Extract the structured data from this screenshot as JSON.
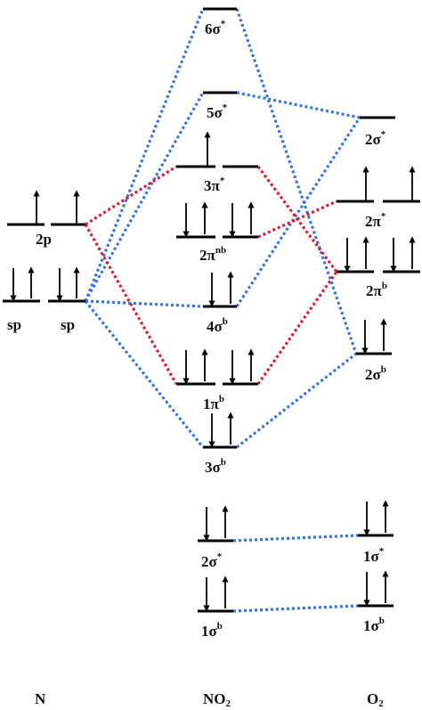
{
  "columns": {
    "left": "N",
    "middle": "NO",
    "middle_sub": "2",
    "right": "O",
    "right_sub": "2"
  },
  "labels": {
    "n_2p": "2p",
    "n_sp_a": "sp",
    "n_sp_b": "sp",
    "no2_6s": {
      "base": "6σ",
      "sup": "*"
    },
    "no2_5s": {
      "base": "5σ",
      "sup": "*"
    },
    "no2_3pi": {
      "base": "3π",
      "sup": "*"
    },
    "no2_2pi": {
      "base": "2π",
      "sup": "nb"
    },
    "no2_4s": {
      "base": "4σ",
      "sup": "b"
    },
    "no2_1pi": {
      "base": "1π",
      "sup": "b"
    },
    "no2_3s": {
      "base": "3σ",
      "sup": "b"
    },
    "no2_2s": {
      "base": "2σ",
      "sup": "*"
    },
    "no2_1s": {
      "base": "1σ",
      "sup": "b"
    },
    "o2_2s_star": {
      "base": "2σ",
      "sup": "*"
    },
    "o2_2pi_star": {
      "base": "2π",
      "sup": "*"
    },
    "o2_2pi_b": {
      "base": "2π",
      "sup": "b"
    },
    "o2_2s_b": {
      "base": "2σ",
      "sup": "b"
    },
    "o2_1s_star": {
      "base": "1σ",
      "sup": "*"
    },
    "o2_1s_b": {
      "base": "1σ",
      "sup": "b"
    }
  },
  "colors": {
    "blue_link": "#3b74d9",
    "red_link": "#d41f3a",
    "level": "#000000"
  }
}
